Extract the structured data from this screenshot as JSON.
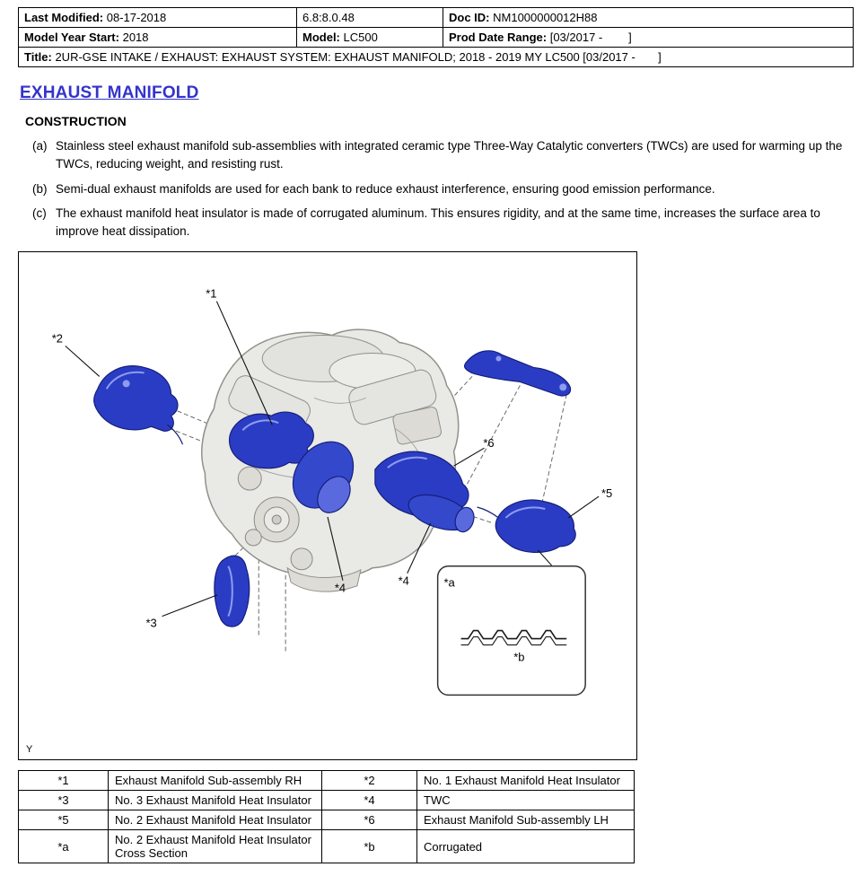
{
  "colors": {
    "heading_blue": "#3333cc",
    "part_blue": "#2b3cc4",
    "part_blue_mid": "#4256d6",
    "part_blue_light": "#8e9cf0",
    "part_blue_dark": "#141f7a",
    "engine_fill": "#e9e9e5",
    "engine_stroke": "#91918b"
  },
  "header_table": {
    "last_modified_label": "Last Modified:",
    "last_modified_value": "08-17-2018",
    "version_value": "6.8:8.0.48",
    "doc_id_label": "Doc ID:",
    "doc_id_value": "NM1000000012H88",
    "model_year_label": "Model Year Start:",
    "model_year_value": "2018",
    "model_label": "Model:",
    "model_value": "LC500",
    "prod_date_label": "Prod Date Range:",
    "prod_date_value": "[03/2017 -        ]",
    "title_label": "Title:",
    "title_value": "2UR-GSE INTAKE / EXHAUST: EXHAUST SYSTEM: EXHAUST MANIFOLD; 2018 - 2019 MY LC500 [03/2017 -       ]"
  },
  "content": {
    "page_heading": "EXHAUST MANIFOLD",
    "section_heading": "CONSTRUCTION",
    "items": [
      {
        "marker": "(a)",
        "text": "Stainless steel exhaust manifold sub-assemblies with integrated ceramic type Three-Way Catalytic converters (TWCs) are used for warming up the TWCs, reducing weight, and resisting rust."
      },
      {
        "marker": "(b)",
        "text": "Semi-dual exhaust manifolds are used for each bank to reduce exhaust interference, ensuring good emission performance."
      },
      {
        "marker": "(c)",
        "text": "The exhaust manifold heat insulator is made of corrugated aluminum. This ensures rigidity, and at the same time, increases the surface area to improve heat dissipation."
      }
    ]
  },
  "figure": {
    "corner_label": "Y",
    "callouts": {
      "c1": "*1",
      "c2": "*2",
      "c3": "*3",
      "c4a": "*4",
      "c4b": "*4",
      "c5": "*5",
      "c6": "*6",
      "ca": "*a",
      "cb": "*b"
    }
  },
  "legend_table": {
    "rows": [
      {
        "k1": "*1",
        "v1": "Exhaust Manifold Sub-assembly RH",
        "k2": "*2",
        "v2": "No. 1 Exhaust Manifold Heat Insulator"
      },
      {
        "k1": "*3",
        "v1": "No. 3 Exhaust Manifold Heat Insulator",
        "k2": "*4",
        "v2": "TWC"
      },
      {
        "k1": "*5",
        "v1": "No. 2 Exhaust Manifold Heat Insulator",
        "k2": "*6",
        "v2": "Exhaust Manifold Sub-assembly LH"
      },
      {
        "k1": "*a",
        "v1": "No. 2 Exhaust Manifold Heat Insulator Cross Section",
        "k2": "*b",
        "v2": "Corrugated"
      }
    ]
  }
}
